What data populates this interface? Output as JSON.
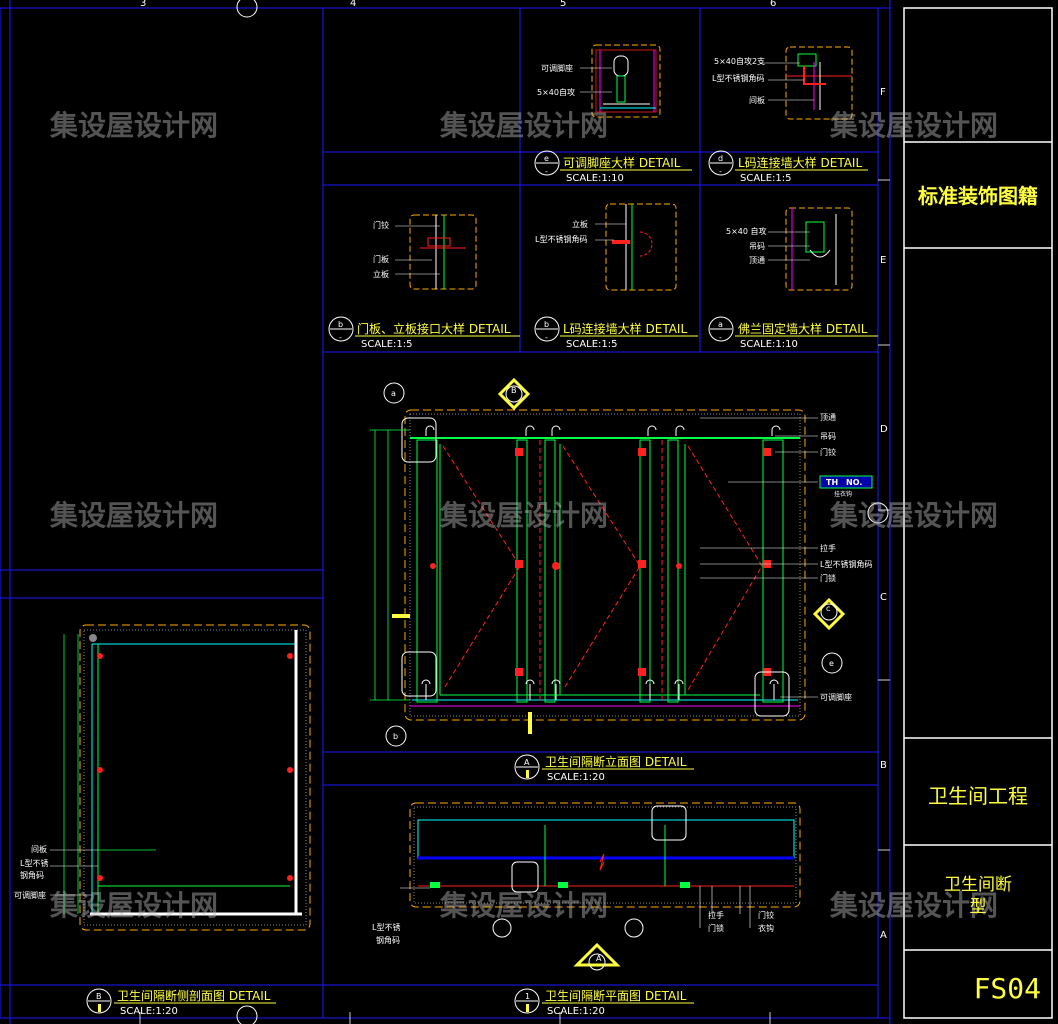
{
  "title_block": {
    "collection": "标准装饰图籍",
    "project": "卫生间工程",
    "drawing_name": "卫生间断\n型",
    "sheet_no": "FS04"
  },
  "grid_letters": [
    "F",
    "E",
    "D",
    "C",
    "B",
    "A"
  ],
  "column_marks": [
    "3",
    "4",
    "5",
    "6"
  ],
  "watermark": "集设屋设计网",
  "details": [
    {
      "id": "e",
      "sub": "-",
      "title": "可调脚座大样  DETAIL",
      "scale": "SCALE:1:10",
      "labels": [
        "可调脚座",
        "5×40自攻"
      ]
    },
    {
      "id": "d",
      "sub": "-",
      "title": "L码连接墙大样  DETAIL",
      "scale": "SCALE:1:5",
      "labels": [
        "5×40自攻2支",
        "L型不锈钢角码",
        "间板"
      ]
    },
    {
      "id": "b",
      "sub": "-",
      "title": "门板、立板接口大样  DETAIL",
      "scale": "SCALE:1:5",
      "labels": [
        "门铰",
        "门板",
        "立板"
      ]
    },
    {
      "id": "b",
      "sub": "-",
      "title": "L码连接墙大样  DETAIL",
      "scale": "SCALE:1:5",
      "labels": [
        "立板",
        "L型不锈钢角码"
      ]
    },
    {
      "id": "a",
      "sub": "-",
      "title": "佛兰固定墙大样  DETAIL",
      "scale": "SCALE:1:10",
      "labels": [
        "5×40 自攻",
        "吊码",
        "顶通"
      ]
    }
  ],
  "elevation": {
    "id": "A",
    "title": "卫生间隔断立面图  DETAIL",
    "scale": "SCALE:1:20",
    "labels": [
      "顶通",
      "吊码",
      "门铰",
      "拉手",
      "L型不锈钢角码",
      "门锁",
      "可调脚座"
    ],
    "indicator_top": "TH",
    "indicator_no": "NO.",
    "indicator_sub": "挂衣钩"
  },
  "section": {
    "id": "B",
    "title": "卫生间隔断侧剖面图  DETAIL",
    "scale": "SCALE:1:20",
    "labels": [
      "间板",
      "L型不锈",
      "钢角码",
      "可调脚座"
    ]
  },
  "plan": {
    "id": "1",
    "title": "卫生间隔断平面图  DETAIL",
    "scale": "SCALE:1:20",
    "labels": [
      "L型不锈",
      "钢角码",
      "拉手",
      "门锁",
      "门铰",
      "衣钩"
    ]
  },
  "callouts": [
    "A",
    "B",
    "a",
    "b",
    "c",
    "d",
    "e"
  ],
  "colors": {
    "background": "#000000",
    "frame_blue": "#1a1aff",
    "title_yellow": "#ffff40",
    "outline_orange": "#ffaa00",
    "panel_green": "#00ff40",
    "detail_red": "#ff2020",
    "cyan": "#00ffff"
  }
}
